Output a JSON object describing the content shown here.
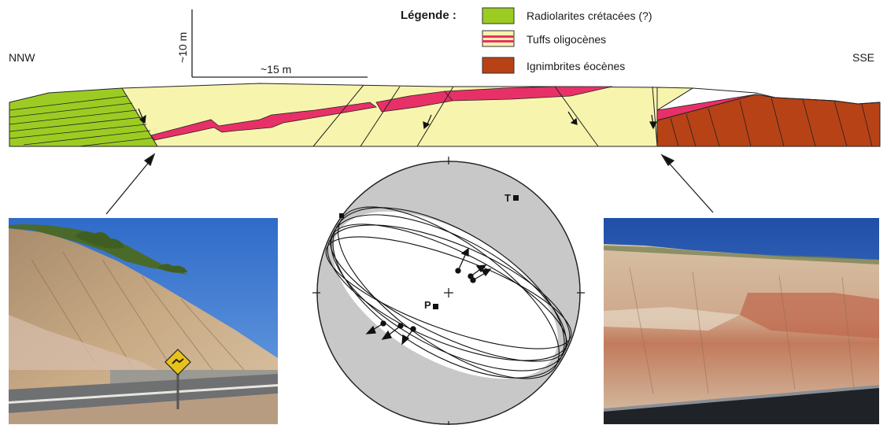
{
  "orientation": {
    "left": "NNW",
    "right": "SSE"
  },
  "scale": {
    "vertical": "~10 m",
    "horizontal": "~15 m"
  },
  "legend": {
    "title": "Légende :",
    "items": [
      {
        "label": "Radiolarites crétacées (?)",
        "color": "#9ccc22"
      },
      {
        "label": "Tuffs oligocènes",
        "color": "#f7f4ad",
        "band_color": "#e83068"
      },
      {
        "label": "Ignimbrites éocènes",
        "color": "#b74216"
      }
    ]
  },
  "stereonet": {
    "points": [
      {
        "label": "T"
      },
      {
        "label": "P"
      }
    ]
  },
  "photos": [
    {
      "name": "photo-left",
      "subject": "road cut outcrop with road sign"
    },
    {
      "name": "photo-right",
      "subject": "road cut outcrop of tuffs and ignimbrites"
    }
  ],
  "colors": {
    "radiolarites": "#9ccc22",
    "tuffs": "#f7f4ad",
    "tuff_band": "#e83068",
    "ignimbrites": "#b74216",
    "stereonet_shade": "#c8c8c8"
  }
}
